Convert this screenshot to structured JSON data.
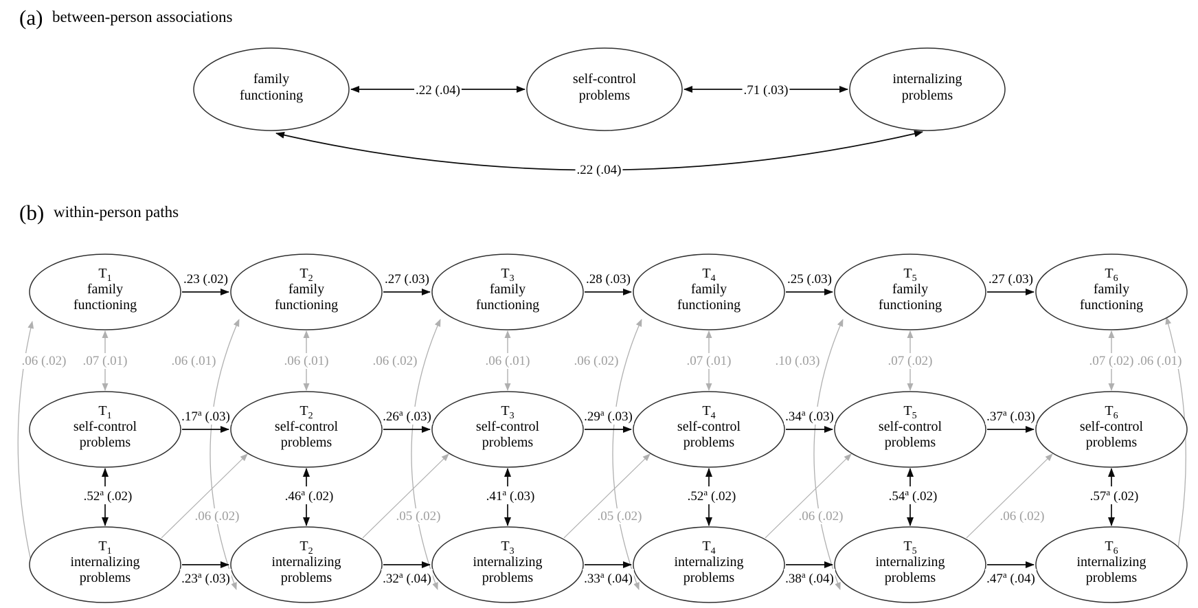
{
  "colors": {
    "ink": "#000000",
    "ellipse_stroke": "#2f2f2f",
    "black_path": "#0a0a0a",
    "gray_path": "#b0b0b0",
    "gray_text": "#9e9e9e",
    "background": "#ffffff"
  },
  "panel_a": {
    "tag": "(a)",
    "title": "between-person associations",
    "nodes": [
      {
        "id": "family-functioning",
        "lines": [
          "family",
          "functioning"
        ]
      },
      {
        "id": "self-control-problems",
        "lines": [
          "self-control",
          "problems"
        ]
      },
      {
        "id": "internalizing-problems",
        "lines": [
          "internalizing",
          "problems"
        ]
      }
    ],
    "correlations": [
      {
        "id": "family-selfcontrol",
        "label": ".22 (.04)"
      },
      {
        "id": "selfcontrol-internalizing",
        "label": ".71 (.03)"
      },
      {
        "id": "family-internalizing",
        "label": ".22 (.04)",
        "curved": true
      }
    ]
  },
  "panel_b": {
    "tag": "(b)",
    "title": "within-person paths",
    "time_points": [
      "T1",
      "T2",
      "T3",
      "T4",
      "T5",
      "T6"
    ],
    "rows": [
      {
        "id": "family-functioning",
        "lines": [
          "family",
          "functioning"
        ]
      },
      {
        "id": "self-control-problems",
        "lines": [
          "self-control",
          "problems"
        ]
      },
      {
        "id": "internalizing-problems",
        "lines": [
          "internalizing",
          "problems"
        ]
      }
    ],
    "autoregressive_paths": {
      "family_functioning": [
        ".23 (.02)",
        ".27 (.03)",
        ".28 (.03)",
        ".25 (.03)",
        ".27 (.03)"
      ],
      "self_control_problems": [
        ".17^a (.03)",
        ".26^a (.03)",
        ".29^a (.03)",
        ".34^a (.03)",
        ".37^a (.03)"
      ],
      "internalizing_problems": [
        ".23^a (.03)",
        ".32^a (.04)",
        ".33^a (.04)",
        ".38^a (.04)",
        ".47^a (.04)"
      ]
    },
    "within_wave_covariances": {
      "family_selfcontrol": [
        ".07 (.01)",
        ".06 (.01)",
        ".06 (.01)",
        ".07 (.01)",
        ".07 (.02)",
        ".07 (.02)"
      ],
      "selfcontrol_internalizing": [
        ".52^a (.02)",
        ".46^a (.02)",
        ".41^a (.03)",
        ".52^a (.02)",
        ".54^a (.02)",
        ".57^a (.02)"
      ],
      "family_internalizing": [
        ".06 (.02)",
        ".06 (.01)",
        ".06 (.02)",
        ".06 (.02)",
        ".10 (.03)",
        ".06 (.01)"
      ]
    },
    "cross_lagged_paths": {
      "internalizing_to_selfcontrol": [
        ".06 (.02)",
        ".05 (.02)",
        ".05 (.02)",
        ".06 (.02)",
        ".06 (.02)"
      ]
    }
  }
}
